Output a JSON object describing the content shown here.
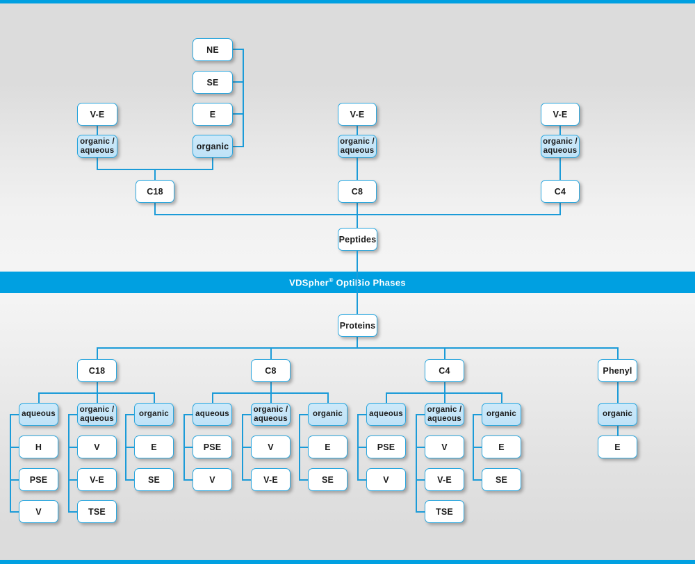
{
  "banner": {
    "text_before": "VDSpher",
    "registered_mark": "®",
    "text_after": " OptiBio Phases",
    "background_color": "#00a0e1",
    "text_color": "#ffffff"
  },
  "colors": {
    "accent": "#00a0e1",
    "connector": "#1b9bd8",
    "box_border": "#2ba6dd",
    "box_fill_white": "#ffffff",
    "box_fill_blue": "#cde9f9",
    "page_background": "#e4e4e4"
  },
  "peptides": {
    "root_label": "Peptides",
    "columns": [
      {
        "phase_label": "C18",
        "groups": [
          {
            "label": "organic / aqueous",
            "line1": "organic /",
            "line2": "aqueous",
            "highlight": true,
            "children": [
              "V-E"
            ]
          },
          {
            "label": "organic",
            "highlight": true,
            "children": [
              "NE",
              "SE",
              "E"
            ]
          }
        ]
      },
      {
        "phase_label": "C8",
        "groups": [
          {
            "label": "organic / aqueous",
            "line1": "organic /",
            "line2": "aqueous",
            "highlight": true,
            "children": [
              "V-E"
            ]
          }
        ]
      },
      {
        "phase_label": "C4",
        "groups": [
          {
            "label": "organic / aqueous",
            "line1": "organic /",
            "line2": "aqueous",
            "highlight": true,
            "children": [
              "V-E"
            ]
          }
        ]
      }
    ]
  },
  "proteins": {
    "root_label": "Proteins",
    "columns": [
      {
        "phase_label": "C18",
        "groups": [
          {
            "label": "aqueous",
            "highlight": true,
            "children": [
              "H",
              "PSE",
              "V"
            ]
          },
          {
            "label": "organic / aqueous",
            "line1": "organic /",
            "line2": "aqueous",
            "highlight": true,
            "children": [
              "V",
              "V-E",
              "TSE"
            ]
          },
          {
            "label": "organic",
            "highlight": true,
            "children": [
              "E",
              "SE"
            ]
          }
        ]
      },
      {
        "phase_label": "C8",
        "groups": [
          {
            "label": "aqueous",
            "highlight": true,
            "children": [
              "PSE",
              "V"
            ]
          },
          {
            "label": "organic / aqueous",
            "line1": "organic /",
            "line2": "aqueous",
            "highlight": true,
            "children": [
              "V",
              "V-E"
            ]
          },
          {
            "label": "organic",
            "highlight": true,
            "children": [
              "E",
              "SE"
            ]
          }
        ]
      },
      {
        "phase_label": "C4",
        "groups": [
          {
            "label": "aqueous",
            "highlight": true,
            "children": [
              "PSE",
              "V"
            ]
          },
          {
            "label": "organic / aqueous",
            "line1": "organic /",
            "line2": "aqueous",
            "highlight": true,
            "children": [
              "V",
              "V-E",
              "TSE"
            ]
          },
          {
            "label": "organic",
            "highlight": true,
            "children": [
              "E",
              "SE"
            ]
          }
        ]
      },
      {
        "phase_label": "Phenyl",
        "groups": [
          {
            "label": "organic",
            "highlight": true,
            "children": [
              "E"
            ]
          }
        ]
      }
    ]
  },
  "labels": {
    "peptides_c18_ve": "V-E",
    "peptides_c18_oa_l1": "organic /",
    "peptides_c18_oa_l2": "aqueous",
    "peptides_c18_organic": "organic",
    "peptides_c18_ne": "NE",
    "peptides_c18_se": "SE",
    "peptides_c18_e": "E",
    "peptides_c18_phase": "C18",
    "peptides_c8_ve": "V-E",
    "peptides_c8_oa_l1": "organic /",
    "peptides_c8_oa_l2": "aqueous",
    "peptides_c8_phase": "C8",
    "peptides_c4_ve": "V-E",
    "peptides_c4_oa_l1": "organic /",
    "peptides_c4_oa_l2": "aqueous",
    "peptides_c4_phase": "C4",
    "peptides_root": "Peptides",
    "proteins_root": "Proteins",
    "p_c18_phase": "C18",
    "p_c18_g1": "aqueous",
    "p_c18_g1_c1": "H",
    "p_c18_g1_c2": "PSE",
    "p_c18_g1_c3": "V",
    "p_c18_g2_l1": "organic /",
    "p_c18_g2_l2": "aqueous",
    "p_c18_g2_c1": "V",
    "p_c18_g2_c2": "V-E",
    "p_c18_g2_c3": "TSE",
    "p_c18_g3": "organic",
    "p_c18_g3_c1": "E",
    "p_c18_g3_c2": "SE",
    "p_c8_phase": "C8",
    "p_c8_g1": "aqueous",
    "p_c8_g1_c1": "PSE",
    "p_c8_g1_c2": "V",
    "p_c8_g2_l1": "organic /",
    "p_c8_g2_l2": "aqueous",
    "p_c8_g2_c1": "V",
    "p_c8_g2_c2": "V-E",
    "p_c8_g3": "organic",
    "p_c8_g3_c1": "E",
    "p_c8_g3_c2": "SE",
    "p_c4_phase": "C4",
    "p_c4_g1": "aqueous",
    "p_c4_g1_c1": "PSE",
    "p_c4_g1_c2": "V",
    "p_c4_g2_l1": "organic /",
    "p_c4_g2_l2": "aqueous",
    "p_c4_g2_c1": "V",
    "p_c4_g2_c2": "V-E",
    "p_c4_g2_c3": "TSE",
    "p_c4_g3": "organic",
    "p_c4_g3_c1": "E",
    "p_c4_g3_c2": "SE",
    "p_ph_phase": "Phenyl",
    "p_ph_g1": "organic",
    "p_ph_g1_c1": "E"
  }
}
